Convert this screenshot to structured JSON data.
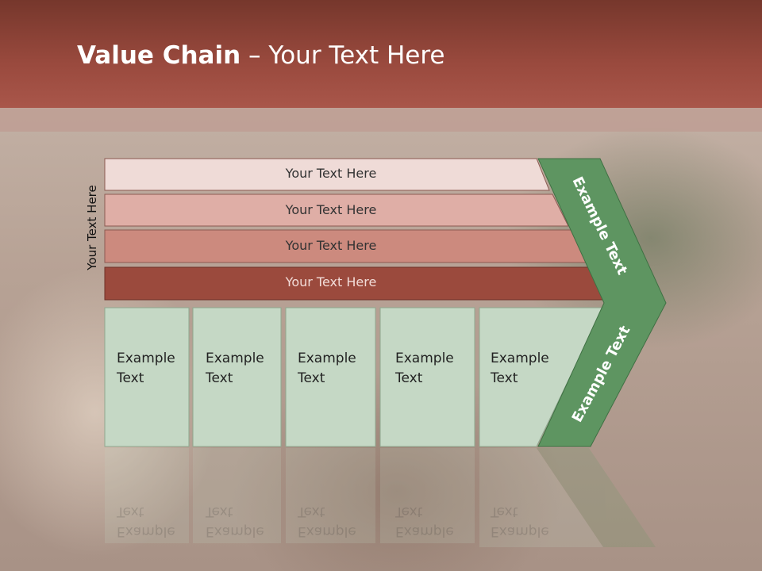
{
  "slide": {
    "title_bold": "Value Chain",
    "title_rest": " – Your Text Here",
    "side_label": "Your Text Here"
  },
  "bars": [
    {
      "label": "Your Text Here",
      "color": "#efdbd7"
    },
    {
      "label": "Your Text Here",
      "color": "#dfaea6"
    },
    {
      "label": "Your Text Here",
      "color": "#cc8a7e"
    },
    {
      "label": "Your Text Here",
      "color": "#9b4a3d"
    }
  ],
  "columns": [
    {
      "line1": "Example",
      "line2": "Text"
    },
    {
      "line1": "Example",
      "line2": "Text"
    },
    {
      "line1": "Example",
      "line2": "Text"
    },
    {
      "line1": "Example",
      "line2": "Text"
    },
    {
      "line1": "Example",
      "line2": "Text"
    }
  ],
  "arrow": {
    "upper_label": "Example Text",
    "lower_label": "Example Text",
    "color": "#5e9561"
  },
  "colors": {
    "header": "#8f4337",
    "column_fill": "#c5d8c5"
  }
}
